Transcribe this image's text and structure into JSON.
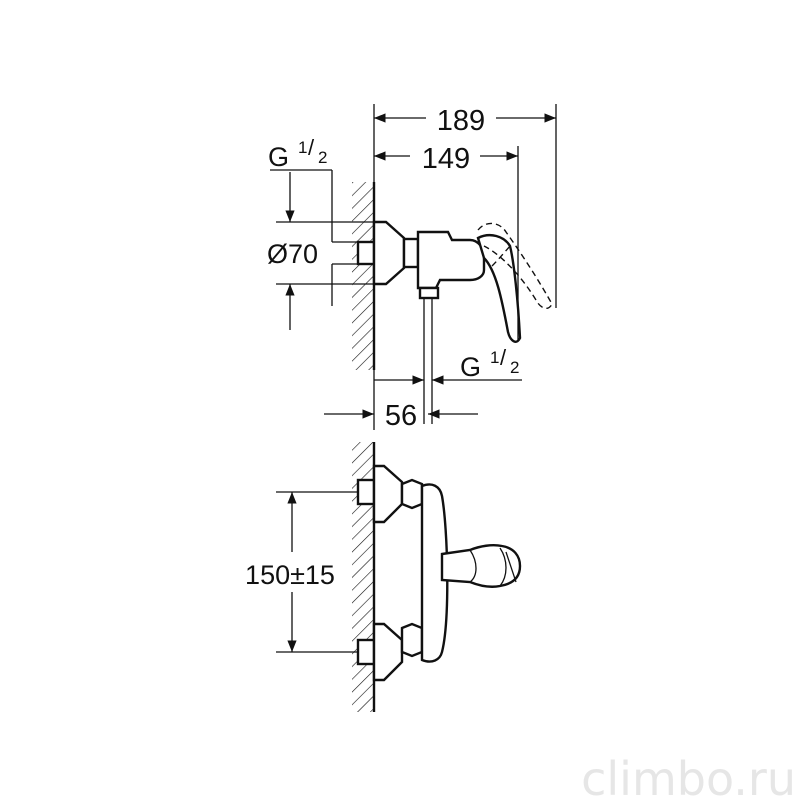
{
  "dimensions": {
    "overall_depth": "189",
    "body_depth": "149",
    "thread_left_base": "G",
    "thread_left_sup": "1",
    "thread_left_sub": "2",
    "diameter": "Ø70",
    "thread_outlet_base": "G",
    "thread_outlet_sup": "1",
    "thread_outlet_sub": "2",
    "outlet_offset": "56",
    "center_distance": "150±15"
  },
  "watermark": "climbo.ru"
}
